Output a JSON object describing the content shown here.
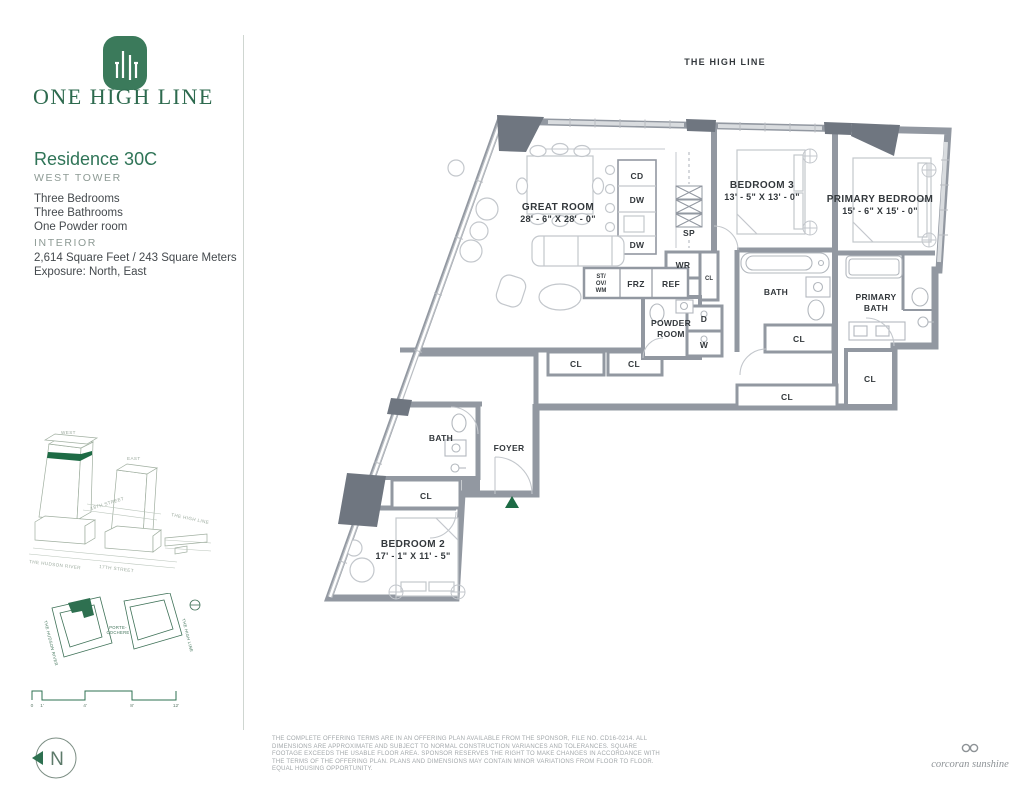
{
  "brand": {
    "name": "ONE HIGH LINE"
  },
  "residence": {
    "title": "Residence 30C",
    "tower": "WEST TOWER",
    "features": [
      "Three Bedrooms",
      "Three Bathrooms",
      "One Powder room"
    ],
    "interior_label": "INTERIOR",
    "area": "2,614 Square Feet / 243 Square Meters",
    "exposure": "Exposure: North, East"
  },
  "plan": {
    "context_label": "THE HIGH LINE",
    "rooms": {
      "great_room": {
        "name": "GREAT ROOM",
        "dims": "28' - 6\" X 28' - 0\""
      },
      "bedroom_3": {
        "name": "BEDROOM 3",
        "dims": "13' - 5\" X 13' - 0\""
      },
      "primary_bedroom": {
        "name": "PRIMARY BEDROOM",
        "dims": "15' - 6\" X 15' - 0\""
      },
      "bedroom_2": {
        "name": "BEDROOM 2",
        "dims": "17' - 1\" X 11' - 5\""
      },
      "primary_bath": {
        "line1": "PRIMARY",
        "line2": "BATH"
      },
      "powder_room": {
        "line1": "POWDER",
        "line2": "ROOM"
      },
      "bath": "BATH",
      "foyer": "FOYER"
    },
    "small": {
      "cl": "CL",
      "wr": "WR",
      "sp": "SP",
      "d": "D",
      "w": "W",
      "cd": "CD",
      "dw": "DW",
      "frz": "FRZ",
      "ref": "REF",
      "st_ov_wm_1": "ST/",
      "st_ov_wm_2": "OV/",
      "st_ov_wm_3": "WM"
    }
  },
  "building_diagram": {
    "west": "WEST",
    "east": "EAST",
    "street_18": "18TH STREET",
    "street_17": "17TH STREET",
    "hudson_river": "THE HUDSON RIVER",
    "high_line": "THE HIGH LINE"
  },
  "site_plan": {
    "hudson_river": "THE HUDSON RIVER",
    "porte_cochere_1": "PORTE-",
    "porte_cochere_2": "COCHERE",
    "high_line": "THE HIGH LINE"
  },
  "scale_bar": {
    "ticks": [
      "0",
      "1'",
      "4'",
      "8'",
      "12'"
    ]
  },
  "compass": {
    "north": "N"
  },
  "footer": {
    "disclaimer": "THE COMPLETE OFFERING TERMS ARE IN AN OFFERING PLAN AVAILABLE FROM THE SPONSOR, FILE NO. CD16-0214. ALL DIMENSIONS ARE APPROXIMATE AND SUBJECT TO NORMAL CONSTRUCTION VARIANCES AND TOLERANCES. SQUARE FOOTAGE EXCEEDS THE USABLE FLOOR AREA. SPONSOR RESERVES THE RIGHT TO MAKE CHANGES IN ACCORDANCE WITH THE TERMS OF THE OFFERING PLAN. PLANS AND DIMENSIONS MAY CONTAIN MINOR VARIATIONS FROM FLOOR TO FLOOR. EQUAL HOUSING OPPORTUNITY.",
    "brokerage": "corcoran sunshine"
  },
  "colors": {
    "brand_green": "#2e6b4f",
    "wall_gray": "#9298a1",
    "wall_dark": "#6f7680"
  }
}
